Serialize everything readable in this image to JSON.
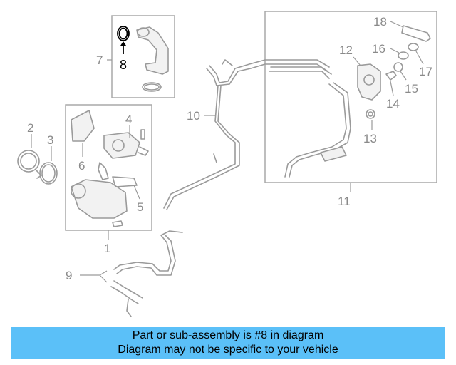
{
  "callouts": {
    "c1": "1",
    "c2": "2",
    "c3": "3",
    "c4": "4",
    "c5": "5",
    "c6": "6",
    "c7": "7",
    "c8": "8",
    "c9": "9",
    "c10": "10",
    "c11": "11",
    "c12": "12",
    "c13": "13",
    "c14": "14",
    "c15": "15",
    "c16": "16",
    "c17": "17",
    "c18": "18"
  },
  "highlighted_part": "8",
  "caption": {
    "line1": "Part or sub-assembly is #8 in diagram",
    "line2": "Diagram may not be specific to your vehicle"
  },
  "colors": {
    "caption_background": "#5bc0f8",
    "part_lines": "#9a9a9a",
    "highlight": "#000000"
  }
}
